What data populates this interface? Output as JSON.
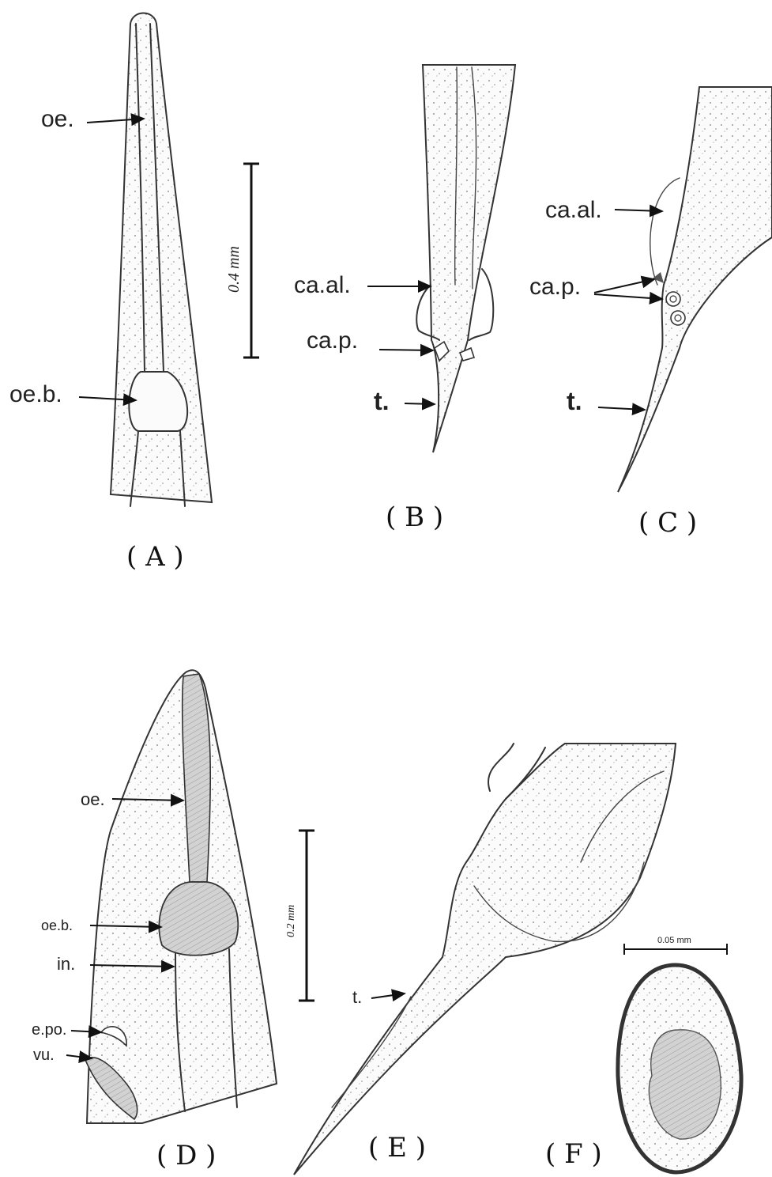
{
  "figure": {
    "panels": {
      "A": {
        "label": "( A )",
        "annotations": {
          "oesophagus": "oe.",
          "oesophageal_bulb": "oe.b."
        },
        "scale_bar": "0.4 mm"
      },
      "B": {
        "label": "( B )",
        "annotations": {
          "caudal_alae": "ca.al.",
          "caudal_papillae": "ca.p.",
          "tail": "t."
        }
      },
      "C": {
        "label": "( C )",
        "annotations": {
          "caudal_alae": "ca.al.",
          "caudal_papillae": "ca.p.",
          "tail": "t."
        }
      },
      "D": {
        "label": "( D )",
        "annotations": {
          "oesophagus": "oe.",
          "oesophageal_bulb": "oe.b.",
          "intestine": "in.",
          "excretory_pore": "e.po.",
          "vulva": "vu."
        },
        "scale_bar": "0.2 mm"
      },
      "E": {
        "label": "( E )",
        "annotations": {
          "tail": "t."
        }
      },
      "F": {
        "label": "( F )",
        "scale_bar": "0.05 mm"
      }
    }
  },
  "colors": {
    "ink": "#333333",
    "paper": "#ffffff",
    "shade": "#c9c9c9"
  }
}
